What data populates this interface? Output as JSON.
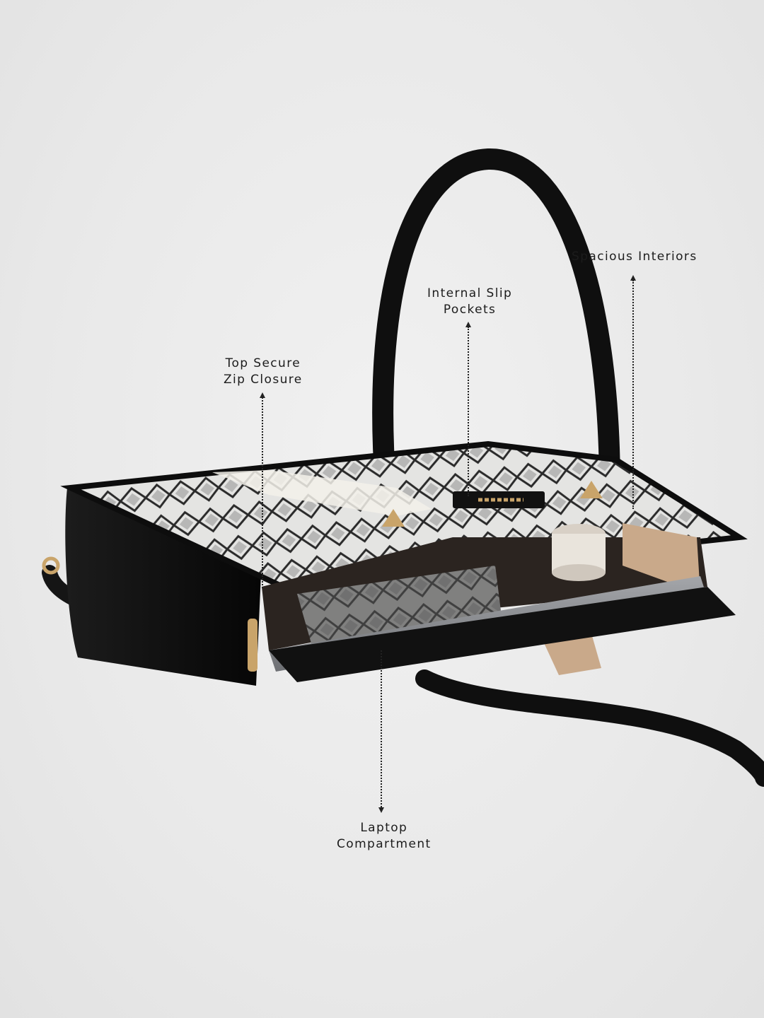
{
  "callouts": {
    "spacious": {
      "line1": "Spacious Interiors"
    },
    "slip": {
      "line1": "Internal Slip",
      "line2": "Pockets"
    },
    "zip": {
      "line1": "Top Secure",
      "line2": "Zip Closure"
    },
    "laptop": {
      "line1": "Laptop",
      "line2": "Compartment"
    }
  },
  "colors": {
    "leather": "#111111",
    "snakeskin_light": "#e6e6e4",
    "hardware_gold": "#c9a46a",
    "laptop_grey": "#8d8f93",
    "lining_tan": "#c9a98a"
  }
}
